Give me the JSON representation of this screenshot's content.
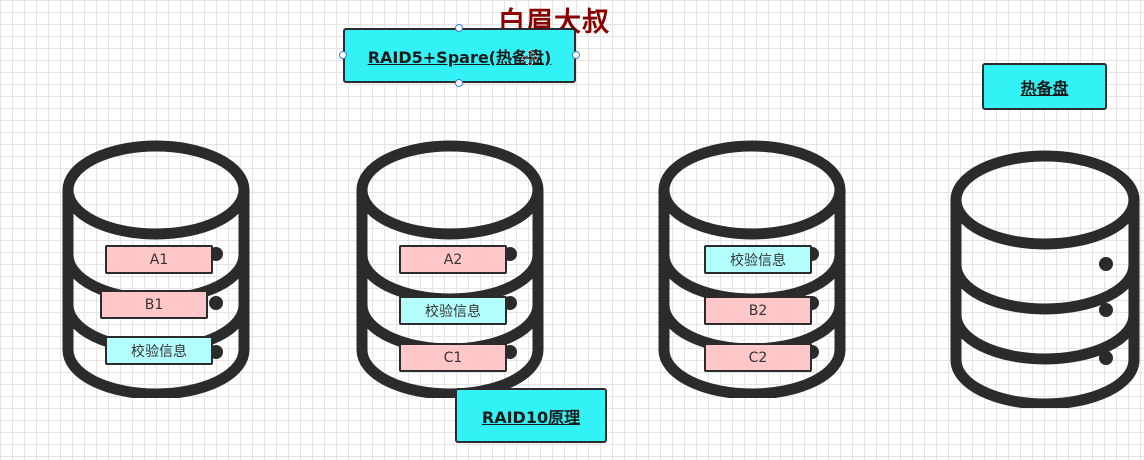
{
  "watermark": "白眉大叔",
  "labels": {
    "raid5_spare": "RAID5+Spare(热备盘)",
    "hot_spare": "热备盘",
    "raid10": "RAID10原理"
  },
  "disks": [
    {
      "blocks": [
        {
          "text": "A1",
          "kind": "data"
        },
        {
          "text": "B1",
          "kind": "data"
        },
        {
          "text": "校验信息",
          "kind": "parity"
        }
      ]
    },
    {
      "blocks": [
        {
          "text": "A2",
          "kind": "data"
        },
        {
          "text": "校验信息",
          "kind": "parity"
        },
        {
          "text": "C1",
          "kind": "data"
        }
      ]
    },
    {
      "blocks": [
        {
          "text": "校验信息",
          "kind": "parity"
        },
        {
          "text": "B2",
          "kind": "data"
        },
        {
          "text": "C2",
          "kind": "data"
        }
      ]
    },
    {
      "blocks": []
    }
  ],
  "colors": {
    "label_fill": "#33f2f5",
    "data_block": "#ffc7c7",
    "parity_block": "#b3fdfd",
    "disk_stroke": "#2b2b2b",
    "watermark": "#8b0000"
  }
}
